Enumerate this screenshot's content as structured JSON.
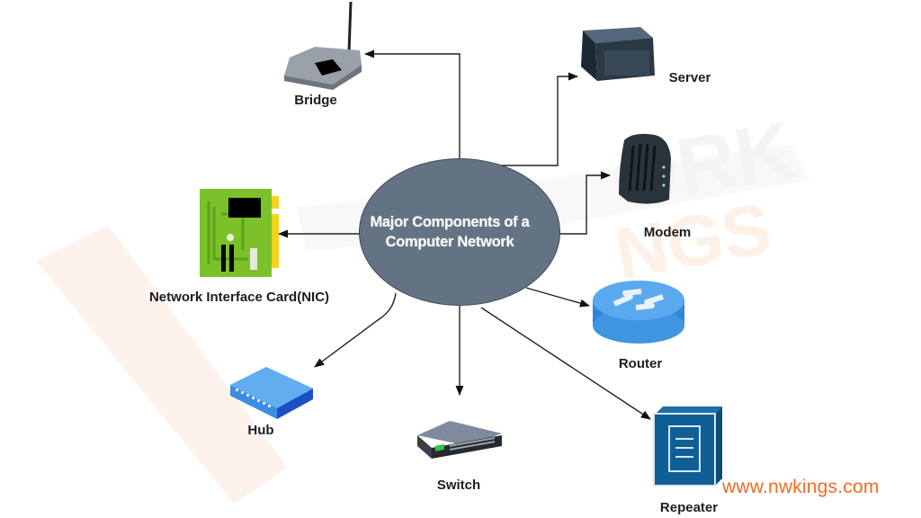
{
  "diagram": {
    "center": {
      "line1": "Major Components of a",
      "line2": "Computer Network"
    },
    "nodes": [
      {
        "id": "bridge",
        "label": "Bridge",
        "icon": "bridge-icon"
      },
      {
        "id": "server",
        "label": "Server",
        "icon": "server-icon"
      },
      {
        "id": "modem",
        "label": "Modem",
        "icon": "modem-icon"
      },
      {
        "id": "nic",
        "label": "Network Interface Card(NIC)",
        "icon": "nic-icon"
      },
      {
        "id": "router",
        "label": "Router",
        "icon": "router-icon"
      },
      {
        "id": "hub",
        "label": "Hub",
        "icon": "hub-icon"
      },
      {
        "id": "switch",
        "label": "Switch",
        "icon": "switch-icon"
      },
      {
        "id": "repeater",
        "label": "Repeater",
        "icon": "repeater-icon"
      }
    ],
    "edges": [
      {
        "from": "center",
        "to": "bridge",
        "style": "orthogonal"
      },
      {
        "from": "center",
        "to": "server",
        "style": "orthogonal"
      },
      {
        "from": "center",
        "to": "modem",
        "style": "orthogonal"
      },
      {
        "from": "center",
        "to": "nic",
        "style": "straight"
      },
      {
        "from": "center",
        "to": "router",
        "style": "straight"
      },
      {
        "from": "center",
        "to": "hub",
        "style": "curved"
      },
      {
        "from": "center",
        "to": "switch",
        "style": "straight"
      },
      {
        "from": "center",
        "to": "repeater",
        "style": "straight"
      }
    ]
  },
  "watermark": {
    "brand": "www.nwkings.com",
    "color": "#f26b21"
  }
}
